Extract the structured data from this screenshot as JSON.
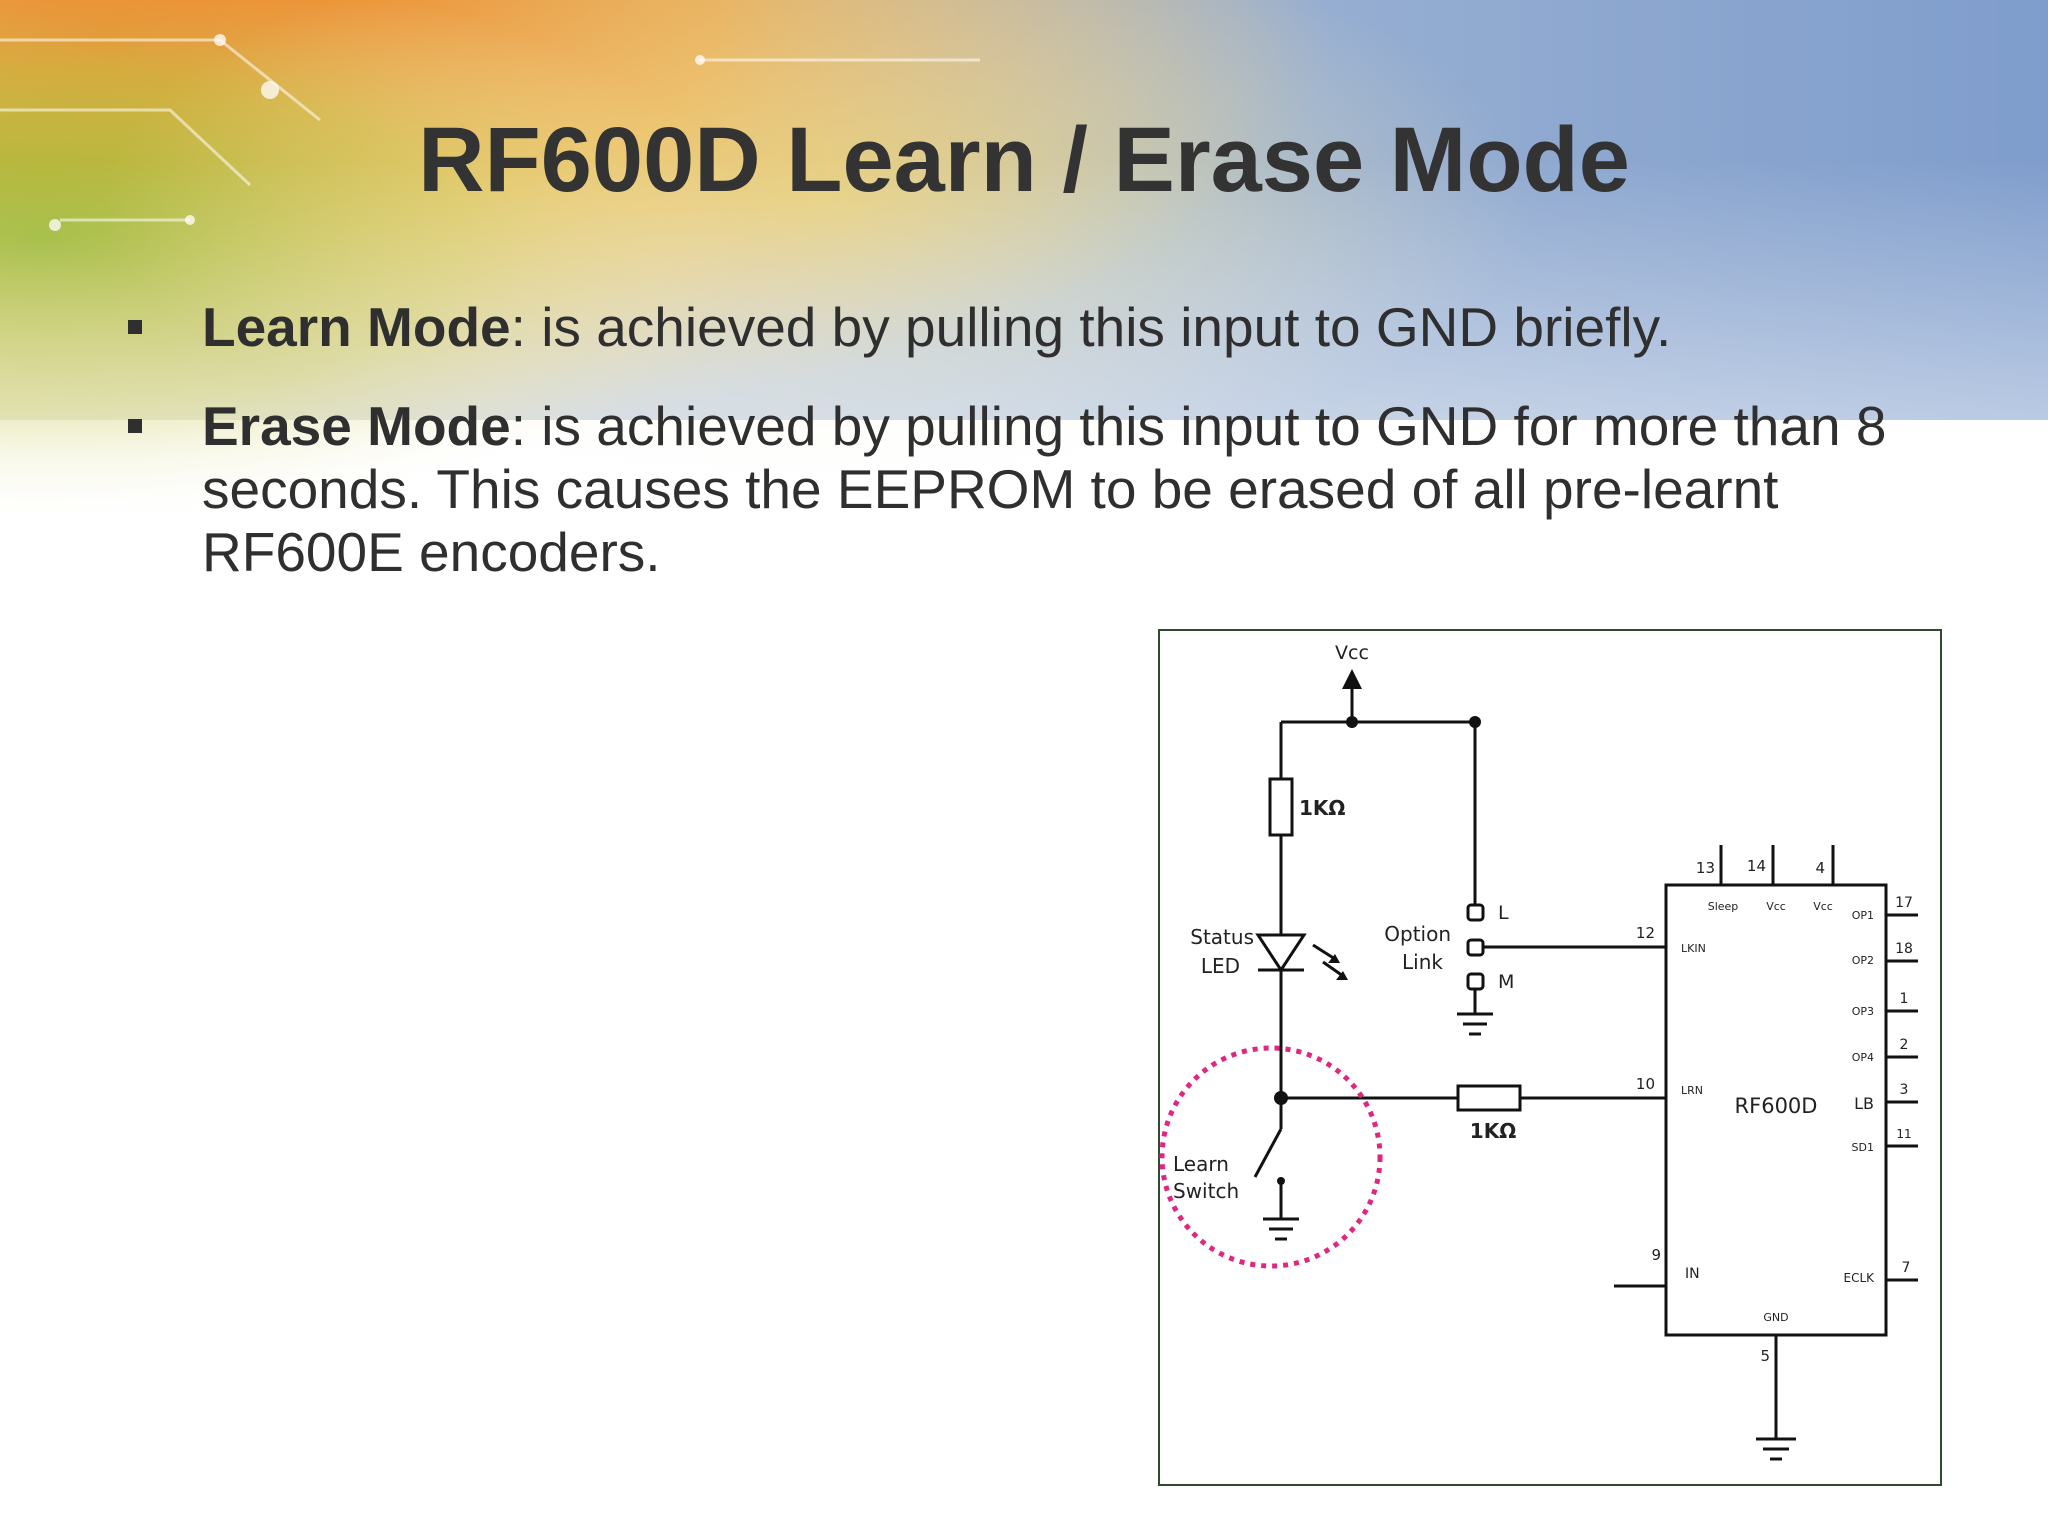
{
  "slide": {
    "title": "RF600D Learn / Erase Mode",
    "bullets": [
      {
        "term": "Learn Mode",
        "text": ": is achieved by pulling this input to GND briefly."
      },
      {
        "term": "Erase Mode",
        "text": ": is achieved by pulling this input to GND for more than 8 seconds. This causes the EEPROM to be erased of all pre-learnt RF600E encoders."
      }
    ]
  },
  "diagram": {
    "vcc_label": "Vcc",
    "resistor_top_label": "1KΩ",
    "resistor_mid_label": "1KΩ",
    "status_led_label": [
      "Status",
      "LED"
    ],
    "option_link_label": [
      "Option",
      "Link"
    ],
    "link_L": "L",
    "link_M": "M",
    "learn_switch_label": [
      "Learn",
      "Switch"
    ],
    "chip_name": "RF600D",
    "chip_top_pins": {
      "numbers": [
        "13",
        "14",
        "4"
      ],
      "names": [
        "Sleep",
        "Vcc",
        "Vcc"
      ]
    },
    "chip_left_pins": [
      {
        "num": "12",
        "name": "LKIN"
      },
      {
        "num": "10",
        "name": "LRN"
      },
      {
        "num": "9",
        "name": "IN"
      }
    ],
    "chip_right_pins": [
      {
        "num": "17",
        "name": "OP1"
      },
      {
        "num": "18",
        "name": "OP2"
      },
      {
        "num": "1",
        "name": "OP3"
      },
      {
        "num": "2",
        "name": "OP4"
      },
      {
        "num": "3",
        "name": "LB"
      },
      {
        "num": "11",
        "name": "SD1"
      },
      {
        "num": "7",
        "name": "ECLK"
      }
    ],
    "chip_bottom_pin": {
      "num": "5",
      "name": "GND"
    },
    "highlight_color": "#e0267f"
  }
}
